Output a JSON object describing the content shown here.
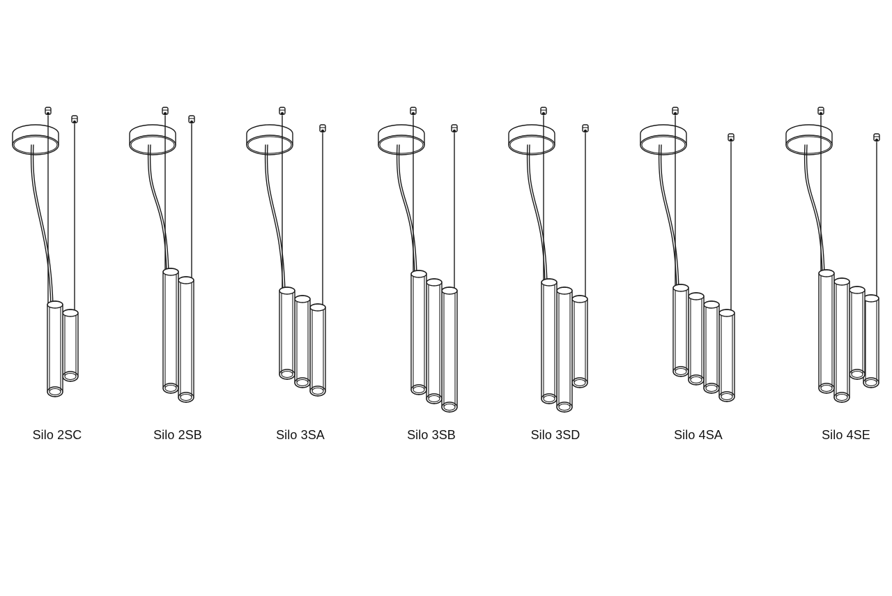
{
  "products": [
    {
      "label": "Silo 2SC"
    },
    {
      "label": "Silo 2SB"
    },
    {
      "label": "Silo 3SA"
    },
    {
      "label": "Silo 3SB"
    },
    {
      "label": "Silo 3SD"
    },
    {
      "label": "Silo 4SA"
    },
    {
      "label": "Silo 4SE"
    }
  ],
  "stroke_color": "#1a1a1a",
  "background_color": "#ffffff"
}
